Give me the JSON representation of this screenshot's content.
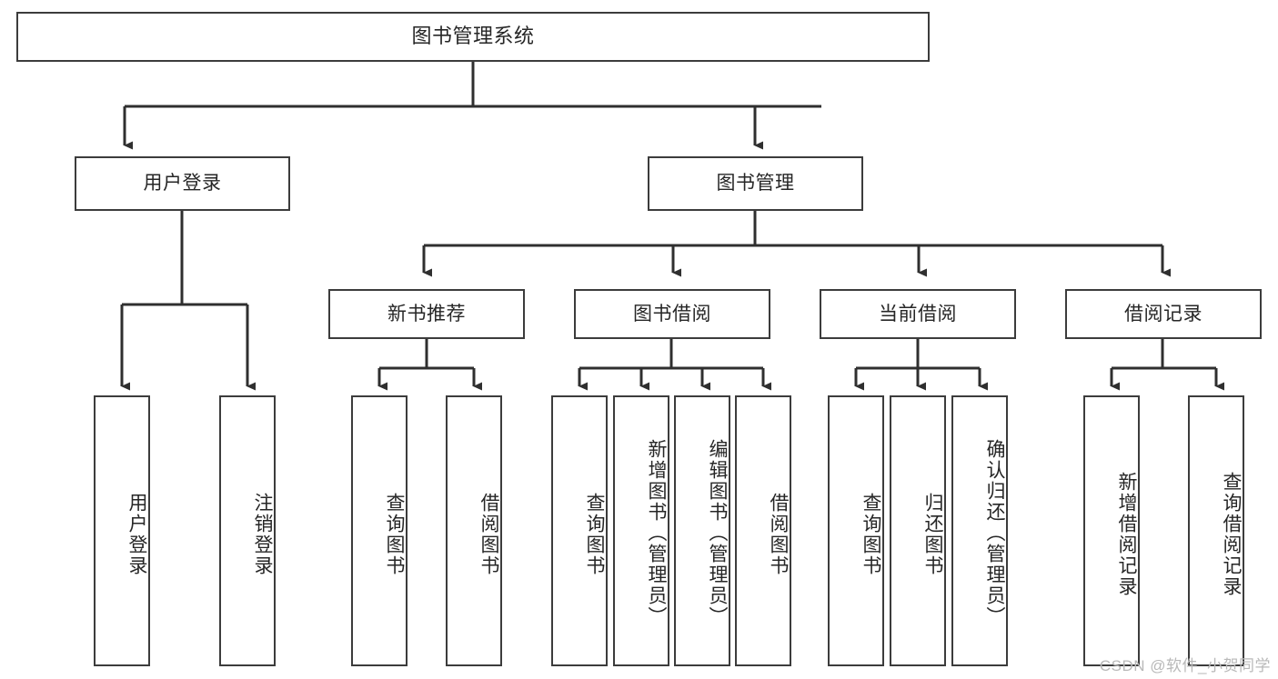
{
  "diagram": {
    "title": "图书管理系统",
    "watermark": "CSDN @软件_小贺同学",
    "colors": {
      "border": "#3c3c3c",
      "fill": "#ffffff",
      "text": "#262626",
      "connector": "#2f2f2f",
      "watermark": "#b9b9b9"
    },
    "root": {
      "label": "图书管理系统"
    },
    "level2": [
      {
        "label": "用户登录"
      },
      {
        "label": "图书管理"
      }
    ],
    "level3": [
      {
        "label": "新书推荐"
      },
      {
        "label": "图书借阅"
      },
      {
        "label": "当前借阅"
      },
      {
        "label": "借阅记录"
      }
    ],
    "leaves": {
      "user_login": [
        {
          "label": "用户登录"
        },
        {
          "label": "注销登录"
        }
      ],
      "new_book_recommend": [
        {
          "label": "查询图书"
        },
        {
          "label": "借阅图书"
        }
      ],
      "book_borrow": [
        {
          "label": "查询图书"
        },
        {
          "label": "新增图书（管理员）"
        },
        {
          "label": "编辑图书（管理员）"
        },
        {
          "label": "借阅图书"
        }
      ],
      "current_borrow": [
        {
          "label": "查询图书"
        },
        {
          "label": "归还图书"
        },
        {
          "label": "确认归还（管理员）"
        }
      ],
      "borrow_record": [
        {
          "label": "新增借阅记录"
        },
        {
          "label": "查询借阅记录"
        }
      ]
    }
  }
}
